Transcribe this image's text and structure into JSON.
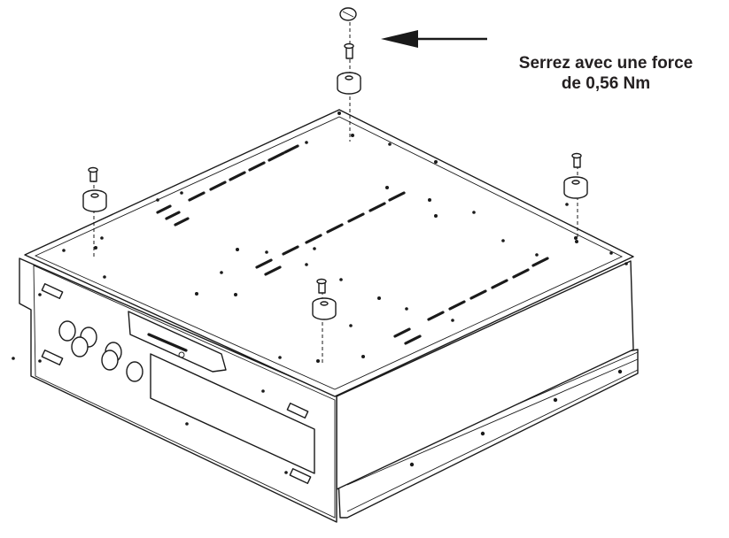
{
  "callout": {
    "line1": "Serrez avec une force",
    "line2": "de 0,56 Nm"
  },
  "colors": {
    "ink": "#1a1a1a",
    "paper": "#ffffff",
    "text": "#231f20"
  },
  "parts": [
    "torque-cap",
    "screw",
    "rubber-grommet",
    "chassis-top-cover",
    "front-bezel",
    "side-rail"
  ]
}
